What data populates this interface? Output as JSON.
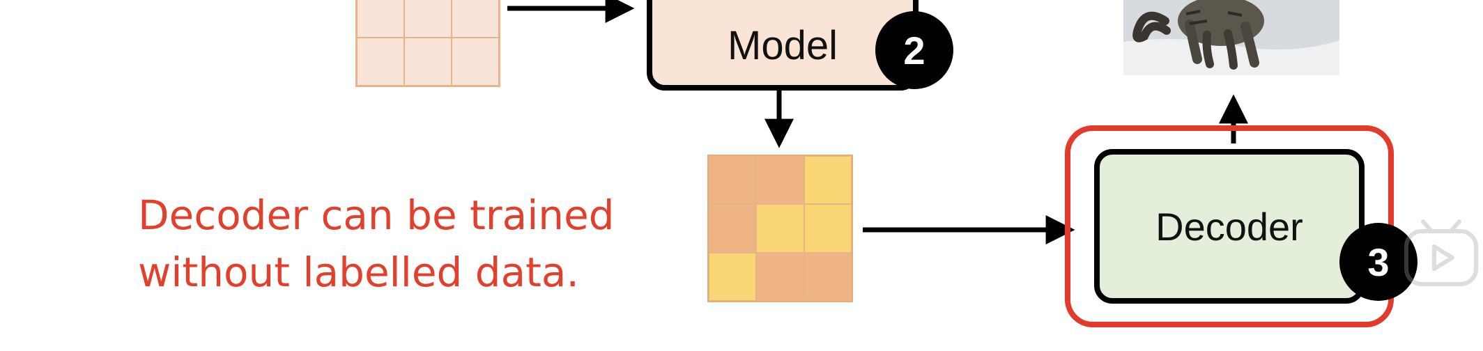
{
  "model_box": {
    "label": "Model",
    "badge": "2"
  },
  "decoder_box": {
    "label": "Decoder",
    "badge": "3"
  },
  "note": {
    "line1": "Decoder can be trained",
    "line2": "without labelled data."
  },
  "latent_grid": {
    "cells": [
      "#eeb484",
      "#eeb484",
      "#f8d774",
      "#eeb484",
      "#f8d774",
      "#f8d774",
      "#f8d774",
      "#eeb484",
      "#eeb484"
    ]
  },
  "colors": {
    "highlight": "#e23b2c",
    "note_text": "#e2402c",
    "model_fill": "#f9e4d6",
    "decoder_fill": "#e3eedb"
  },
  "icons": {
    "photo": "cat-photo-icon",
    "watermark": "play-watermark-icon"
  }
}
